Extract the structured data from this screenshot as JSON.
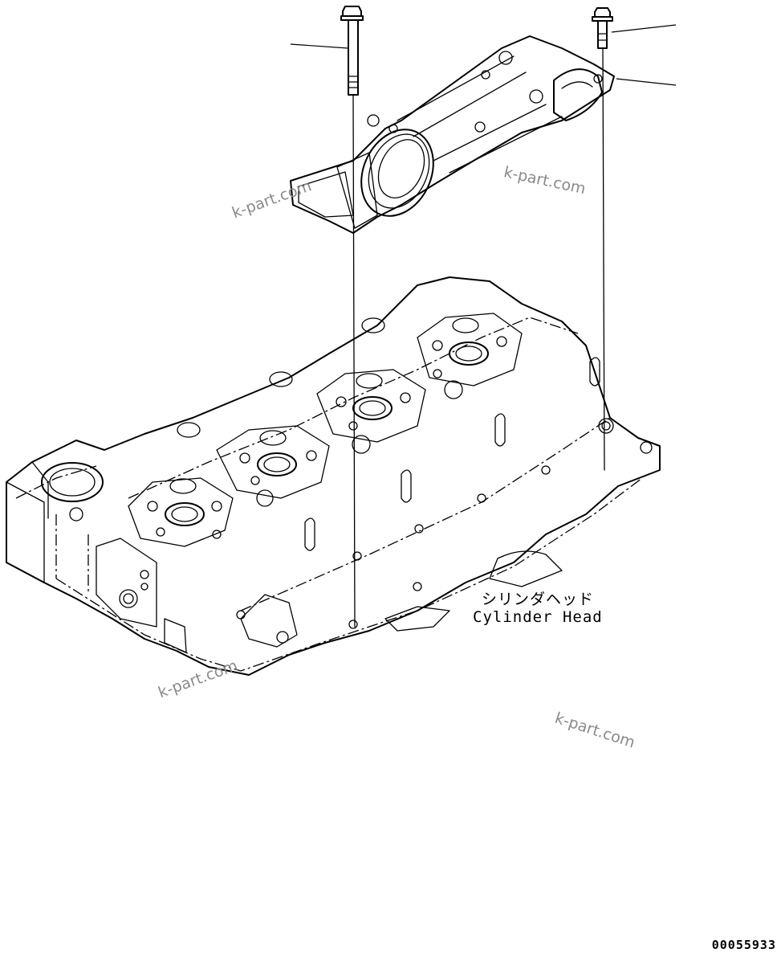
{
  "part_label": {
    "jp": "シリンダヘッド",
    "en": "Cylinder Head"
  },
  "watermarks": [
    "k-part.com",
    "k-part.com",
    "k-part.com",
    "k-part.com"
  ],
  "drawing_number": "00055933"
}
